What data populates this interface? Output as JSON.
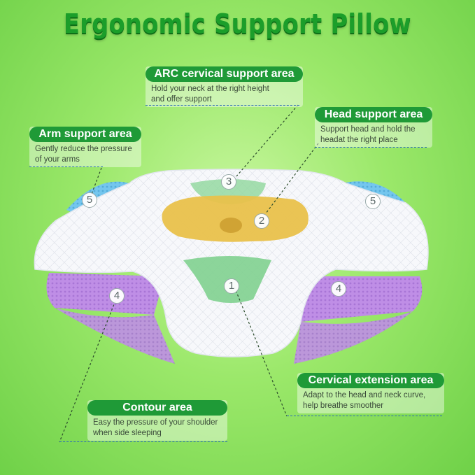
{
  "title": "Ergonomic Support Pillow",
  "callouts": {
    "arc": {
      "title": "ARC cervical support area",
      "desc": "Hold your neck at the right height\nand offer support"
    },
    "head": {
      "title": "Head support area",
      "desc": "Support head and hold the\nheadat the right place"
    },
    "arm": {
      "title": "Arm support area",
      "desc": "Gently reduce the pressure\nof your arms"
    },
    "cervical": {
      "title": "Cervical extension area",
      "desc": "Adapt to the head and neck curve,\nhelp breathe smoother"
    },
    "contour": {
      "title": "Contour area",
      "desc": "Easy the pressure of your shoulder\nwhen side sleeping"
    }
  },
  "markers": {
    "m1": "1",
    "m2": "2",
    "m3": "3",
    "m4_left": "4",
    "m4_right": "4",
    "m5_left": "5",
    "m5_right": "5"
  },
  "colors": {
    "title_green": "#1b9e2a",
    "pill_green": "#1f9a37",
    "purple": "#b98be0",
    "blue": "#6bbfe8",
    "yellow": "#e8c04a",
    "zone_green": "#7fd08f"
  }
}
